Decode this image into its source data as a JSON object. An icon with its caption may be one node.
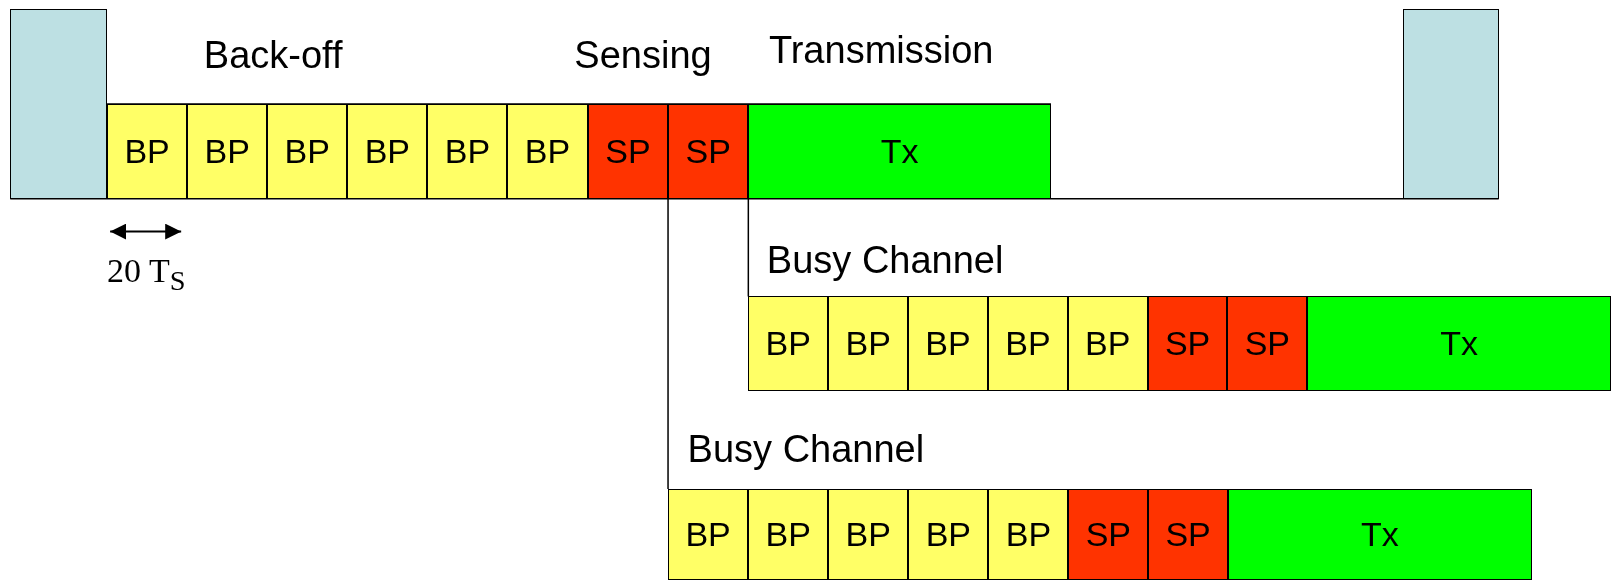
{
  "diagram": {
    "nodes": [
      {
        "text": [],
        "shape": "box"
      },
      {
        "text": [
          "BP"
        ]
      },
      {
        "text": [
          "BP"
        ]
      },
      {
        "text": [
          "BP"
        ]
      },
      {
        "text": [
          "BP"
        ]
      },
      {
        "text": [
          "BP"
        ]
      },
      {
        "text": [
          "BP"
        ]
      },
      {
        "text": [
          "SP"
        ]
      },
      {
        "text": [
          "SP"
        ]
      },
      {
        "text": [
          "Tx"
        ]
      },
      {
        "text": [],
        "shape": "box"
      },
      {
        "text": [
          "BP"
        ]
      },
      {
        "text": [
          "BP"
        ]
      },
      {
        "text": [
          "BP"
        ]
      },
      {
        "text": [
          "BP"
        ]
      },
      {
        "text": [
          "BP"
        ]
      },
      {
        "text": [
          "SP"
        ]
      },
      {
        "text": [
          "SP"
        ]
      },
      {
        "text": [
          "Tx"
        ]
      },
      {
        "text": [
          "BP"
        ]
      },
      {
        "text": [
          "BP"
        ]
      },
      {
        "text": [
          "BP"
        ]
      },
      {
        "text": [
          "BP"
        ]
      },
      {
        "text": [
          "BP"
        ]
      },
      {
        "text": [
          "SP"
        ]
      },
      {
        "text": [
          "SP"
        ]
      },
      {
        "text": [
          "Tx"
        ]
      }
    ],
    "edges": [
      {
        "from": 8,
        "to": 11,
        "arrow": "none"
      },
      {
        "from": 7,
        "to": 19,
        "arrow": "none"
      }
    ],
    "labels": [
      "Back-off",
      "Sensing",
      "Transmission",
      "20 T$_{S}$",
      "Busy Channel",
      "Busy Channel"
    ]
  }
}
